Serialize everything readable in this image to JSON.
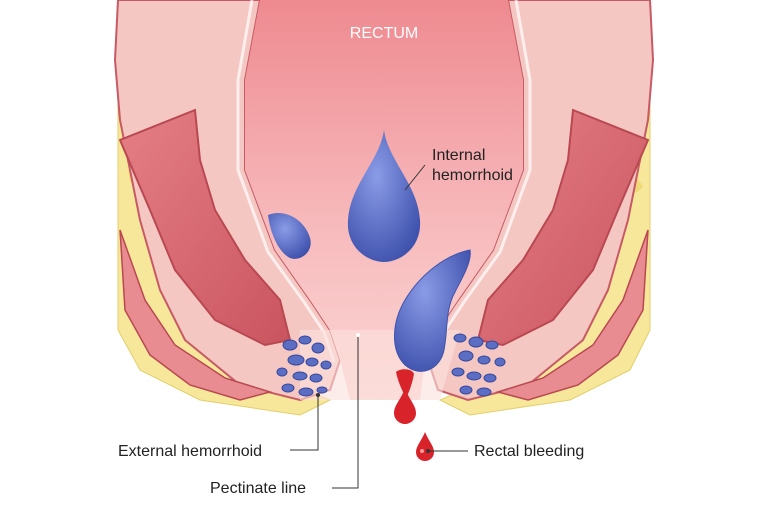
{
  "labels": {
    "rectum": "RECTUM",
    "internal_hemorrhoid_line1": "Internal",
    "internal_hemorrhoid_line2": "hemorrhoid",
    "external_hemorrhoid": "External hemorrhoid",
    "pectinate_line": "Pectinate line",
    "rectal_bleeding": "Rectal bleeding"
  },
  "colors": {
    "fat": "#f6e79a",
    "muscle": "#e06e78",
    "lumen": "#f5b3b5",
    "vein": "#5b6ec4",
    "blood": "#d8232a"
  }
}
